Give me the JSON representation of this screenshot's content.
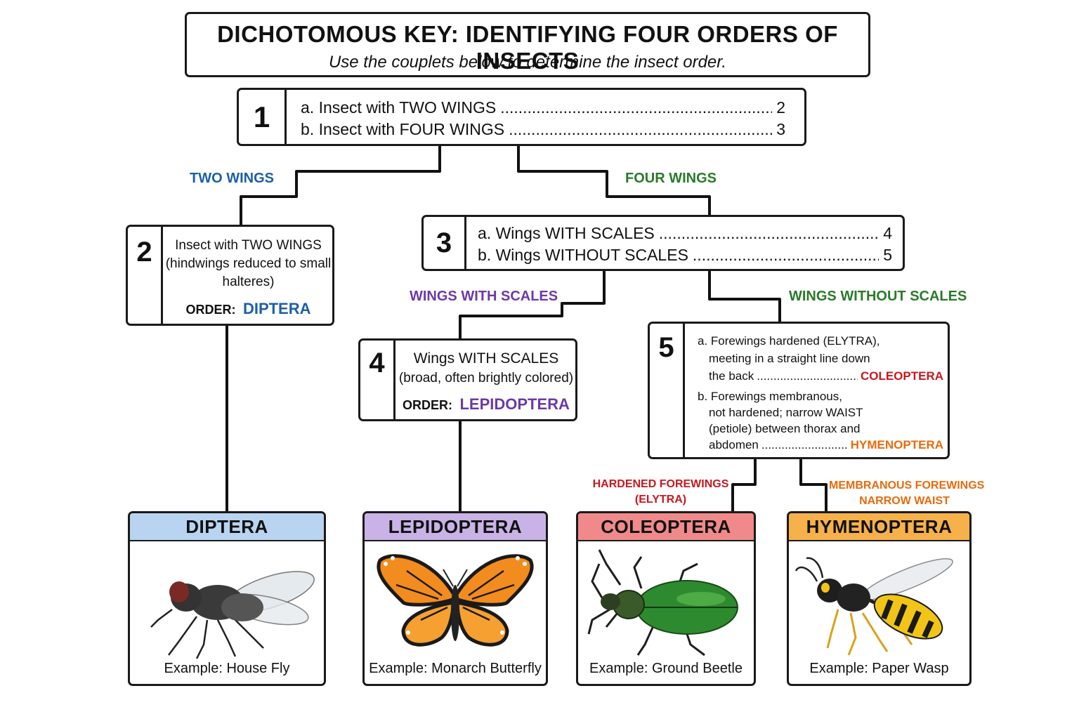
{
  "title": {
    "main": "DICHOTOMOUS KEY: IDENTIFYING FOUR ORDERS OF INSECTS",
    "subtitle": "Use the couplets below to determine the insect order."
  },
  "couplet1": {
    "number": "1",
    "a_text": "a. Insect with TWO WINGS",
    "a_leads": "2",
    "b_text": "b. Insect with FOUR WINGS",
    "b_leads": "3"
  },
  "couplet2": {
    "number": "2",
    "line1": "Insect with TWO WINGS",
    "line2": "(hindwings reduced to small",
    "line3": "halteres)",
    "order_label": "ORDER:",
    "order_value": "DIPTERA"
  },
  "couplet3": {
    "number": "3",
    "a_text": "a. Wings WITH SCALES",
    "a_leads": "4",
    "b_text": "b. Wings WITHOUT SCALES",
    "b_leads": "5"
  },
  "couplet4": {
    "number": "4",
    "line1": "Wings WITH SCALES",
    "line2": "(broad, often brightly colored)",
    "order_label": "ORDER:",
    "order_value": "LEPIDOPTERA"
  },
  "couplet5": {
    "number": "5",
    "a_line1": "a.  Forewings hardened (ELYTRA),",
    "a_line2": "meeting in a straight line down",
    "a_line3": "the back",
    "a_result": "COLEOPTERA",
    "b_line1": "b.  Forewings membranous,",
    "b_line2": "not hardened; narrow WAIST",
    "b_line3": "(petiole) between thorax and",
    "b_line4": "abdomen",
    "b_result": "HYMENOPTERA"
  },
  "branches": {
    "two_wings": "TWO WINGS",
    "four_wings": "FOUR WINGS",
    "with_scales": "WINGS WITH SCALES",
    "without_scales": "WINGS WITHOUT SCALES",
    "hardened_1": "HARDENED FOREWINGS",
    "hardened_2": "(ELYTRA)",
    "membranous_1": "MEMBRANOUS FOREWINGS",
    "membranous_2": "NARROW WAIST"
  },
  "cards": [
    {
      "name": "DIPTERA",
      "example": "Example: House Fly",
      "icon": "house-fly-icon",
      "color": "#b8d4f0"
    },
    {
      "name": "LEPIDOPTERA",
      "example": "Example: Monarch Butterfly",
      "icon": "monarch-butterfly-icon",
      "color": "#c9b3e6"
    },
    {
      "name": "COLEOPTERA",
      "example": "Example: Ground Beetle",
      "icon": "ground-beetle-icon",
      "color": "#f08a8a"
    },
    {
      "name": "HYMENOPTERA",
      "example": "Example: Paper Wasp",
      "icon": "paper-wasp-icon",
      "color": "#f7b14a"
    }
  ],
  "colors": {
    "diptera": "#1d5fa8",
    "lepidoptera": "#6b3aa8",
    "coleoptera": "#c8171e",
    "hymenoptera": "#e86a0c",
    "green": "#2a7a2a"
  }
}
